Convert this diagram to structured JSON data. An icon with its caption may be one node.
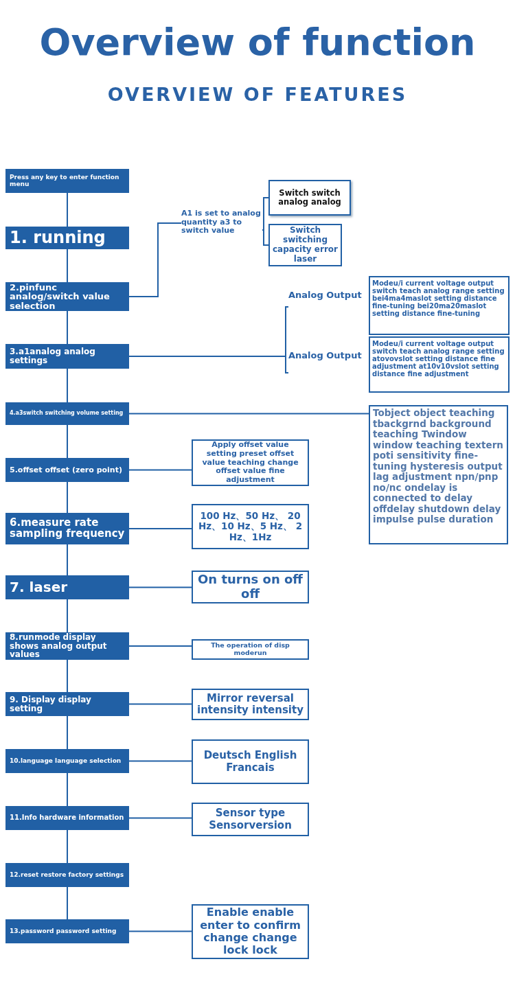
{
  "diagram": {
    "title": "Overview of function",
    "nodes": [
      {
        "text": [
          "Press any key to enter function menu"
        ]
      },
      {
        "text": [
          "1. running"
        ]
      },
      {
        "text": [
          "2.pinfunc analog/switch value selection"
        ]
      },
      {
        "text": [
          "A1 is set to analog quantity a3 to switch value"
        ]
      },
      {
        "text": [
          "Switch switch analog analog"
        ]
      },
      {
        "text": [
          "Switch switching capacity error laser"
        ]
      },
      {
        "text": [
          "3.a1analog analog settings"
        ]
      },
      {
        "text": [
          "Analog Output",
          "Modeu/i current voltage output switch teach analog range setting bei4ma4maslot setting distance fine-tuning bei20ma20maslot setting distance fine-tuning"
        ]
      },
      {
        "text": [
          "Analog Output",
          "Modeu/i current voltage output switch teach analog range setting atovovslot setting distance fine adjustment at10v10vslot setting distance fine adjustment"
        ]
      },
      {
        "text": [
          "4.a3switch switching volume setting"
        ]
      },
      {
        "text": [
          "Tobject object teaching tbackgrnd background teaching Twindow window teaching textern poti sensitivity fine-tuning hysteresis output lag adjustment npn/pnp no/nc ondelay is connected to delay offdelay shutdown delay impulse pulse duration"
        ]
      },
      {
        "text": [
          "5.offset offset (zero point)"
        ]
      },
      {
        "text": [
          "Apply offset value setting preset offset value teaching change offset value fine adjustment"
        ]
      },
      {
        "text": [
          "6.measure rate sampling frequency"
        ]
      },
      {
        "text": [
          "100 Hz、50 Hz、 20 Hz、10 Hz、5 Hz、 2 Hz、1Hz"
        ]
      },
      {
        "text": [
          "7. laser"
        ]
      },
      {
        "text": [
          "On turns on off off"
        ]
      },
      {
        "text": [
          "8.runmode display shows analog output values"
        ]
      },
      {
        "text": [
          "The operation of disp moderun"
        ]
      },
      {
        "text": [
          "9. Display display setting"
        ]
      },
      {
        "text": [
          "Mirror reversal intensity intensity"
        ]
      },
      {
        "text": [
          "10.language language selection"
        ]
      },
      {
        "text": [
          "Deutsch English Francais"
        ]
      },
      {
        "text": [
          "11.Info hardware information"
        ]
      },
      {
        "text": [
          "Sensor type Sensorversion"
        ]
      },
      {
        "text": [
          "12.reset restore factory settings"
        ]
      },
      {
        "text": [
          "13.password password setting"
        ]
      },
      {
        "text": [
          "Enable enable enter to confirm change change lock lock"
        ]
      }
    ],
    "edges": [
      {
        "from": 0,
        "to": 1,
        "arrow": "none"
      },
      {
        "from": 1,
        "to": 2,
        "arrow": "none"
      },
      {
        "from": 2,
        "to": 3,
        "arrow": "none"
      },
      {
        "from": 3,
        "to": 4,
        "arrow": "none"
      },
      {
        "from": 3,
        "to": 5,
        "arrow": "none"
      },
      {
        "from": 2,
        "to": 6,
        "arrow": "none"
      },
      {
        "from": 6,
        "to": 7,
        "arrow": "none"
      },
      {
        "from": 6,
        "to": 8,
        "arrow": "none"
      },
      {
        "from": 6,
        "to": 9,
        "arrow": "none"
      },
      {
        "from": 9,
        "to": 10,
        "arrow": "none"
      },
      {
        "from": 9,
        "to": 11,
        "arrow": "none"
      },
      {
        "from": 11,
        "to": 12,
        "arrow": "none"
      },
      {
        "from": 11,
        "to": 13,
        "arrow": "none"
      },
      {
        "from": 13,
        "to": 14,
        "arrow": "none"
      },
      {
        "from": 13,
        "to": 15,
        "arrow": "none"
      },
      {
        "from": 15,
        "to": 16,
        "arrow": "none"
      },
      {
        "from": 15,
        "to": 17,
        "arrow": "none"
      },
      {
        "from": 17,
        "to": 18,
        "arrow": "none"
      },
      {
        "from": 17,
        "to": 19,
        "arrow": "none"
      },
      {
        "from": 19,
        "to": 20,
        "arrow": "none"
      },
      {
        "from": 19,
        "to": 21,
        "arrow": "none"
      },
      {
        "from": 21,
        "to": 22,
        "arrow": "none"
      },
      {
        "from": 21,
        "to": 23,
        "arrow": "none"
      },
      {
        "from": 23,
        "to": 24,
        "arrow": "none"
      },
      {
        "from": 23,
        "to": 25,
        "arrow": "none"
      },
      {
        "from": 25,
        "to": 26,
        "arrow": "none"
      },
      {
        "from": 26,
        "to": 27,
        "arrow": "none"
      }
    ],
    "labels": [
      "OVERVIEW OF FEATURES"
    ]
  }
}
